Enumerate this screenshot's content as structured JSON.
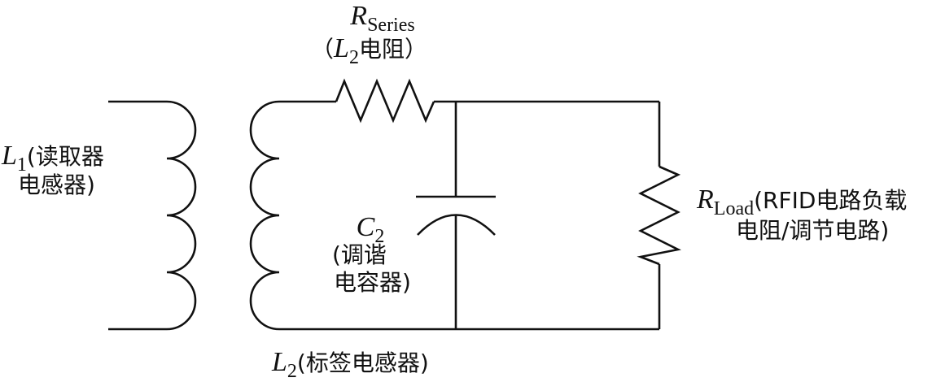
{
  "diagram": {
    "title": "RFID inductive coupling equivalent circuit",
    "components": {
      "l1": {
        "symbol": "L",
        "subscript": "1",
        "desc_line1": "(读取器",
        "desc_line2": "电感器)"
      },
      "l2": {
        "symbol": "L",
        "subscript": "2",
        "desc": "(标签电感器)"
      },
      "r_series": {
        "symbol": "R",
        "subscript": "Series",
        "desc_open": "（",
        "desc_symbol": "L",
        "desc_subscript": "2",
        "desc_text": "电阻",
        "desc_close": "）"
      },
      "c2": {
        "symbol": "C",
        "subscript": "2",
        "desc_line1": "(调谐",
        "desc_line2": "电容器)"
      },
      "r_load": {
        "symbol": "R",
        "subscript": "Load",
        "desc_line1": "(RFID电路负载",
        "desc_line2": "电阻/调节电路)"
      }
    },
    "stroke_color": "#111111",
    "background_color": "#ffffff"
  }
}
